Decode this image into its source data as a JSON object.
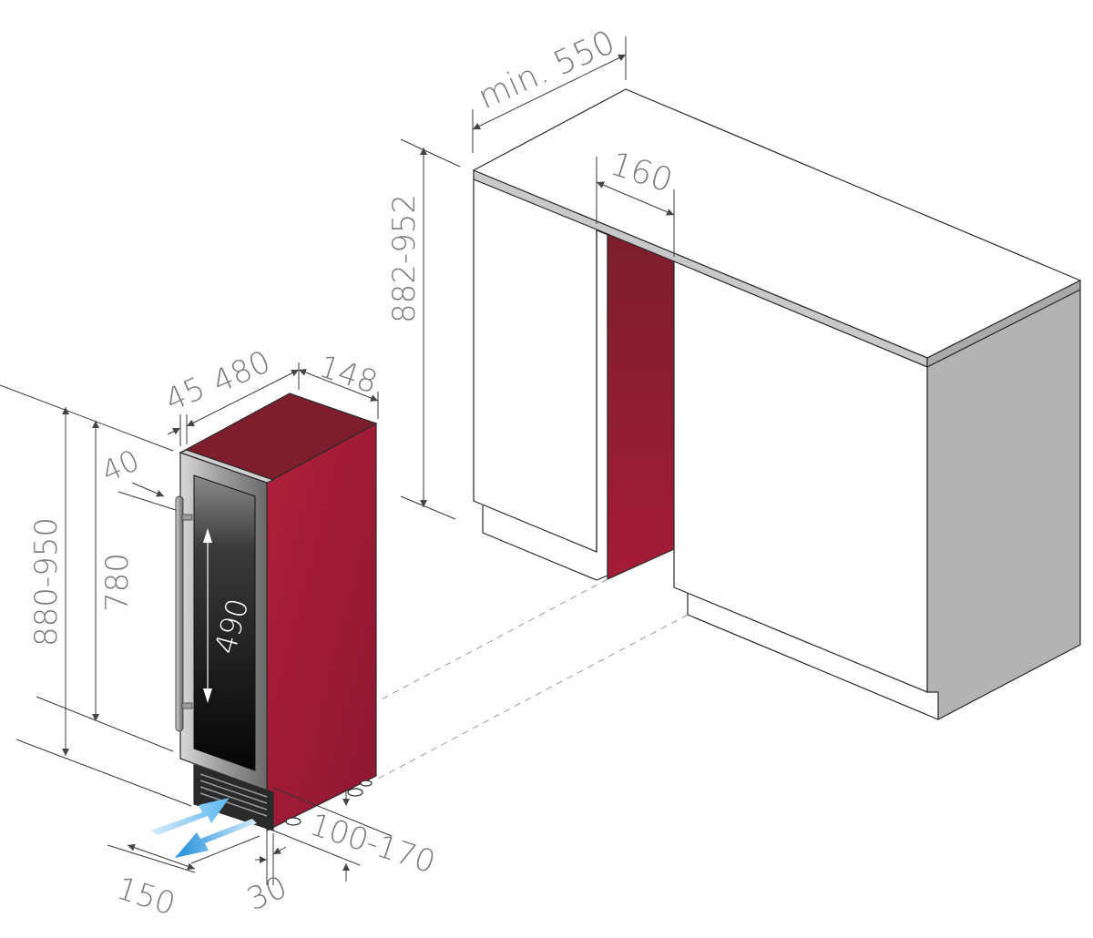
{
  "dimensions": {
    "cabinet_depth": "min. 550",
    "niche_width": "160",
    "counter_height": "882-952",
    "door_thickness": "45",
    "unit_depth": "480",
    "unit_width": "148",
    "handle_depth": "40",
    "total_height": "880-950",
    "body_height": "780",
    "glass_height": "490",
    "plinth_height": "100-170",
    "vent_depth": "150",
    "plinth_setback": "30"
  },
  "colors": {
    "wine_red": "#9c1b34",
    "wine_red_top": "#7e1e2c",
    "cabinet_side": "#b3b3b3",
    "counter_edge": "#c9c9c9",
    "steel": "#a4a4a4",
    "glass": "#0f0f0f",
    "airflow_arrow": "#2f9de4",
    "dimension_text": "#7b7b7b"
  }
}
